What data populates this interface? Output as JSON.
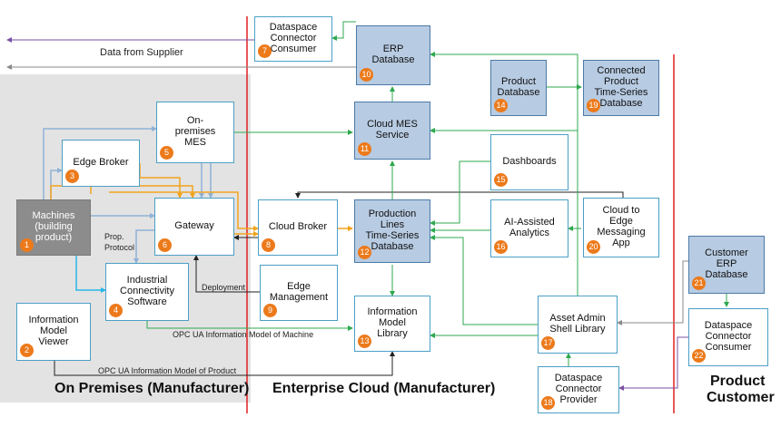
{
  "zones": {
    "on_premises": "On Premises (Manufacturer)",
    "enterprise_cloud": "Enterprise Cloud (Manufacturer)",
    "product_customer_line1": "Product",
    "product_customer_line2": "Customer"
  },
  "nodes": {
    "machines": {
      "l1": "Machines",
      "l2": "(building",
      "l3": "product)",
      "num": "1"
    },
    "info_viewer": {
      "l1": "Information",
      "l2": "Model",
      "l3": "Viewer",
      "num": "2"
    },
    "edge_broker": {
      "l1": "Edge Broker",
      "num": "3"
    },
    "ind_conn": {
      "l1": "Industrial",
      "l2": "Connectivity",
      "l3": "Software",
      "num": "4"
    },
    "onprem_mes": {
      "l1": "On-",
      "l2": "premises",
      "l3": "MES",
      "num": "5"
    },
    "gateway": {
      "l1": "Gateway",
      "num": "6"
    },
    "dsc_consumer_top": {
      "l1": "Dataspace",
      "l2": "Connector",
      "l3": "Consumer",
      "num": "7"
    },
    "cloud_broker": {
      "l1": "Cloud Broker",
      "num": "8"
    },
    "edge_mgmt": {
      "l1": "Edge",
      "l2": "Management",
      "num": "9"
    },
    "erp_db": {
      "l1": "ERP",
      "l2": "Database",
      "num": "10"
    },
    "cloud_mes": {
      "l1": "Cloud MES",
      "l2": "Service",
      "num": "11"
    },
    "prod_lines_db": {
      "l1": "Production",
      "l2": "Lines",
      "l3": "Time-Series",
      "l4": "Database",
      "num": "12"
    },
    "info_library": {
      "l1": "Information",
      "l2": "Model",
      "l3": "Library",
      "num": "13"
    },
    "product_db": {
      "l1": "Product",
      "l2": "Database",
      "num": "14"
    },
    "dashboards": {
      "l1": "Dashboards",
      "num": "15"
    },
    "ai_analytics": {
      "l1": "AI-Assisted",
      "l2": "Analytics",
      "num": "16"
    },
    "asset_admin": {
      "l1": "Asset Admin",
      "l2": "Shell Library",
      "num": "17"
    },
    "dsc_provider": {
      "l1": "Dataspace",
      "l2": "Connector",
      "l3": "Provider",
      "num": "18"
    },
    "connected_product_db": {
      "l1": "Connected",
      "l2": "Product",
      "l3": "Time-Series",
      "l4": "Database",
      "num": "19"
    },
    "cloud_edge_app": {
      "l1": "Cloud to",
      "l2": "Edge",
      "l3": "Messaging",
      "l4": "App",
      "num": "20"
    },
    "customer_erp": {
      "l1": "Customer",
      "l2": "ERP",
      "l3": "Database",
      "num": "21"
    },
    "dsc_consumer_customer": {
      "l1": "Dataspace",
      "l2": "Connector",
      "l3": "Consumer",
      "num": "22"
    }
  },
  "labels": {
    "data_from_supplier": "Data from Supplier",
    "prop_protocol_1": "Prop.",
    "prop_protocol_2": "Protocol",
    "deployment": "Deployment",
    "opc_machine": "OPC UA Information Model of Machine",
    "opc_product": "OPC UA Information Model of Product"
  },
  "colors": {
    "green": "#2fa84f",
    "orange": "#f2a31c",
    "blue": "#8fb2d6",
    "cyan": "#29b6e8",
    "purple": "#7a4fa3",
    "grey": "#8a8a8a",
    "black": "#222222",
    "red": "#e02020",
    "badge": "#ec7a1b",
    "database_fill": "#b7cbe2"
  }
}
